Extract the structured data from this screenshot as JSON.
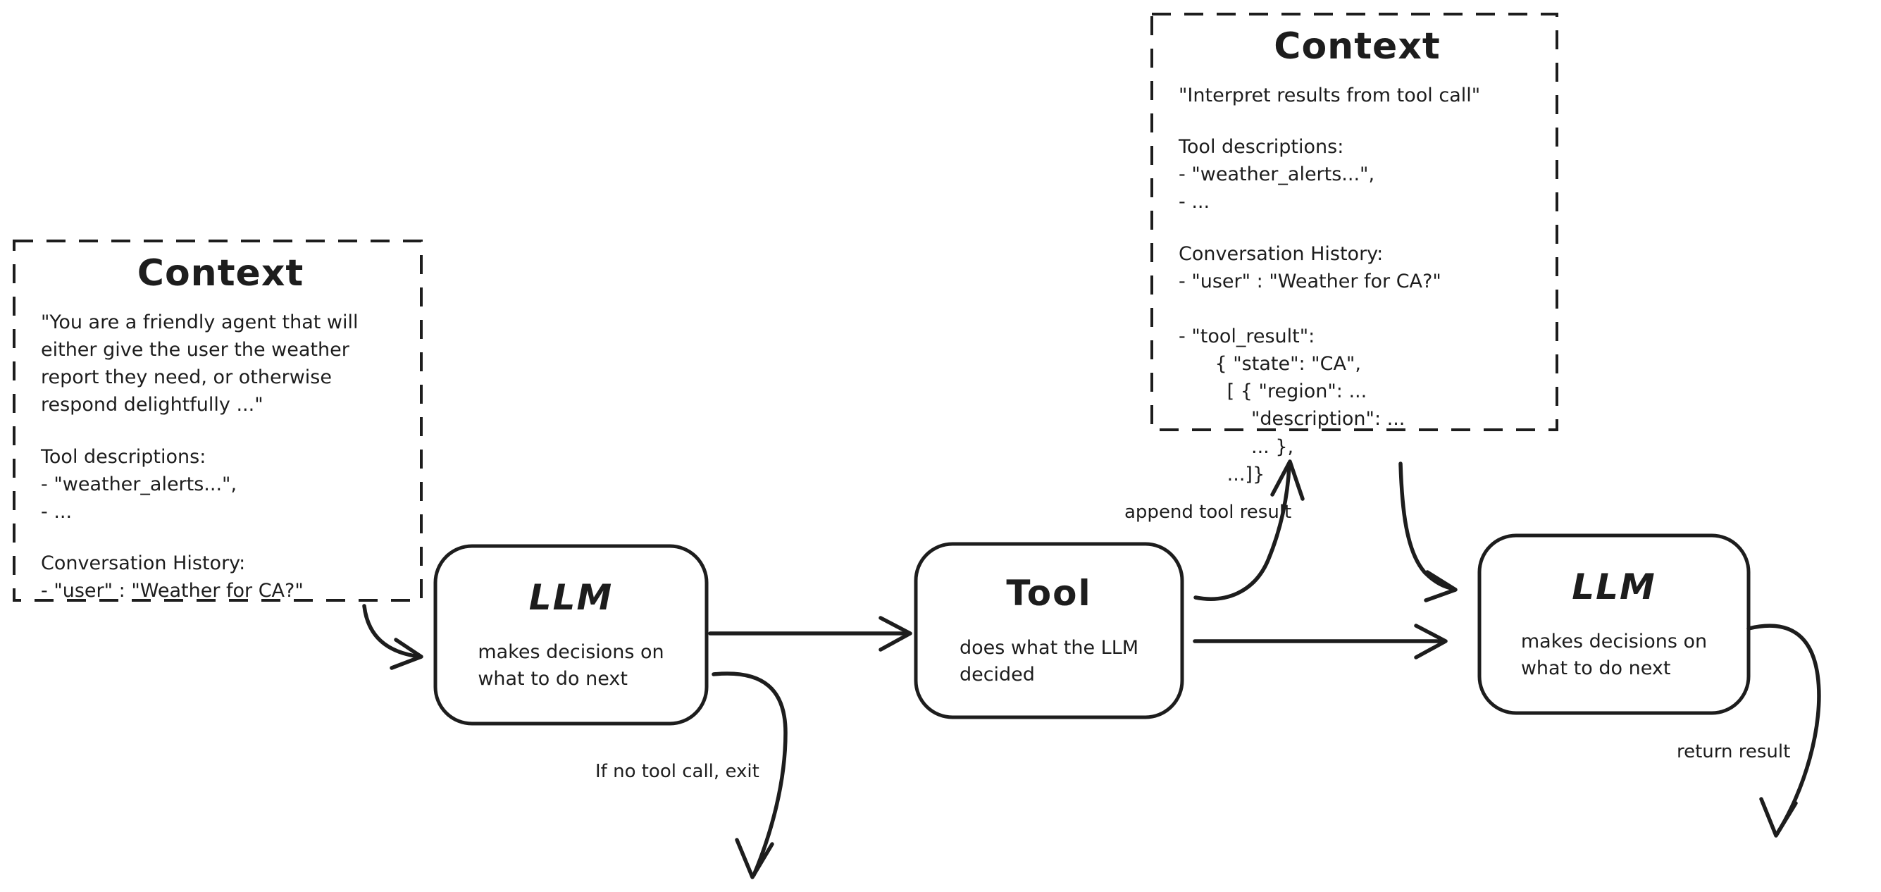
{
  "canvas": {
    "background": "#ffffff",
    "stroke_color": "#1d1d1d"
  },
  "nodes": {
    "context_left": {
      "title": "Context",
      "paragraphs": [
        "\"You are a friendly agent that will\neither give the user the weather\nreport they need, or otherwise\nrespond delightfully ...\"",
        "Tool descriptions:\n- \"weather_alerts...\",\n- ...",
        "Conversation History:\n- \"user\" : \"Weather for CA?\""
      ]
    },
    "context_top": {
      "title": "Context",
      "paragraphs": [
        "\"Interpret results from tool call\"",
        "Tool descriptions:\n- \"weather_alerts...\",\n- ...",
        "Conversation History:\n- \"user\" : \"Weather for CA?\"\n\n- \"tool_result\":\n      { \"state\": \"CA\",\n        [ { \"region\": ...\n            \"description\": ...\n            ... },\n        ...]}"
      ]
    },
    "llm1": {
      "title": "LLM",
      "body": "makes decisions on\nwhat to do next"
    },
    "tool": {
      "title": "Tool",
      "body": "does what the LLM\ndecided"
    },
    "llm2": {
      "title": "LLM",
      "body": "makes decisions on\nwhat to do next"
    }
  },
  "edge_labels": {
    "append_tool_result": "append tool result",
    "if_no_tool_call_exit": "If no tool call, exit",
    "return_result": "return result"
  }
}
